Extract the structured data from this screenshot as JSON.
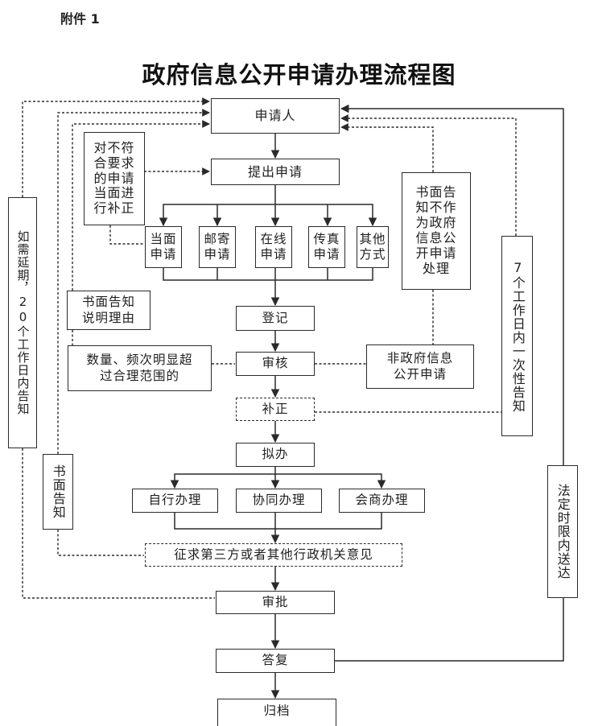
{
  "header": {
    "attachment_label": "附件 1",
    "title": "政府信息公开申请办理流程图"
  },
  "main_flow": {
    "applicant": "申请人",
    "submit": "提出申请",
    "methods": [
      "当面\n申请",
      "邮寄\n申请",
      "在线\n申请",
      "传真\n申请",
      "其他\n方式"
    ],
    "register": "登记",
    "review": "审核",
    "correction": "补正",
    "draft": "拟办",
    "handling": [
      "自行办理",
      "协同办理",
      "会商办理"
    ],
    "consult": "征求第三方或者其他行政机关意见",
    "approve": "审批",
    "reply": "答复",
    "archive": "归档"
  },
  "side_notes": {
    "on_site_correction": "对不符\n合要求\n的申请\n当面进\n行补正",
    "written_reason": "书面告知\n说明理由",
    "excessive": "数量、频次明显超\n过合理范围的",
    "extension": "如需延期，20个工作日内告知",
    "written_notice": "书面告知",
    "not_gov_info_notice": "书面告\n知不作\n为政府\n信息公\n开申请\n处理",
    "not_gov_info": "非政府信息\n公开申请",
    "seven_days": "7个工作日内一次性告知",
    "legal_deadline": "法定时限内送达"
  },
  "colors": {
    "line": "#2a2a2a",
    "box_border": "#2a2a2a",
    "background": "#ffffff"
  }
}
